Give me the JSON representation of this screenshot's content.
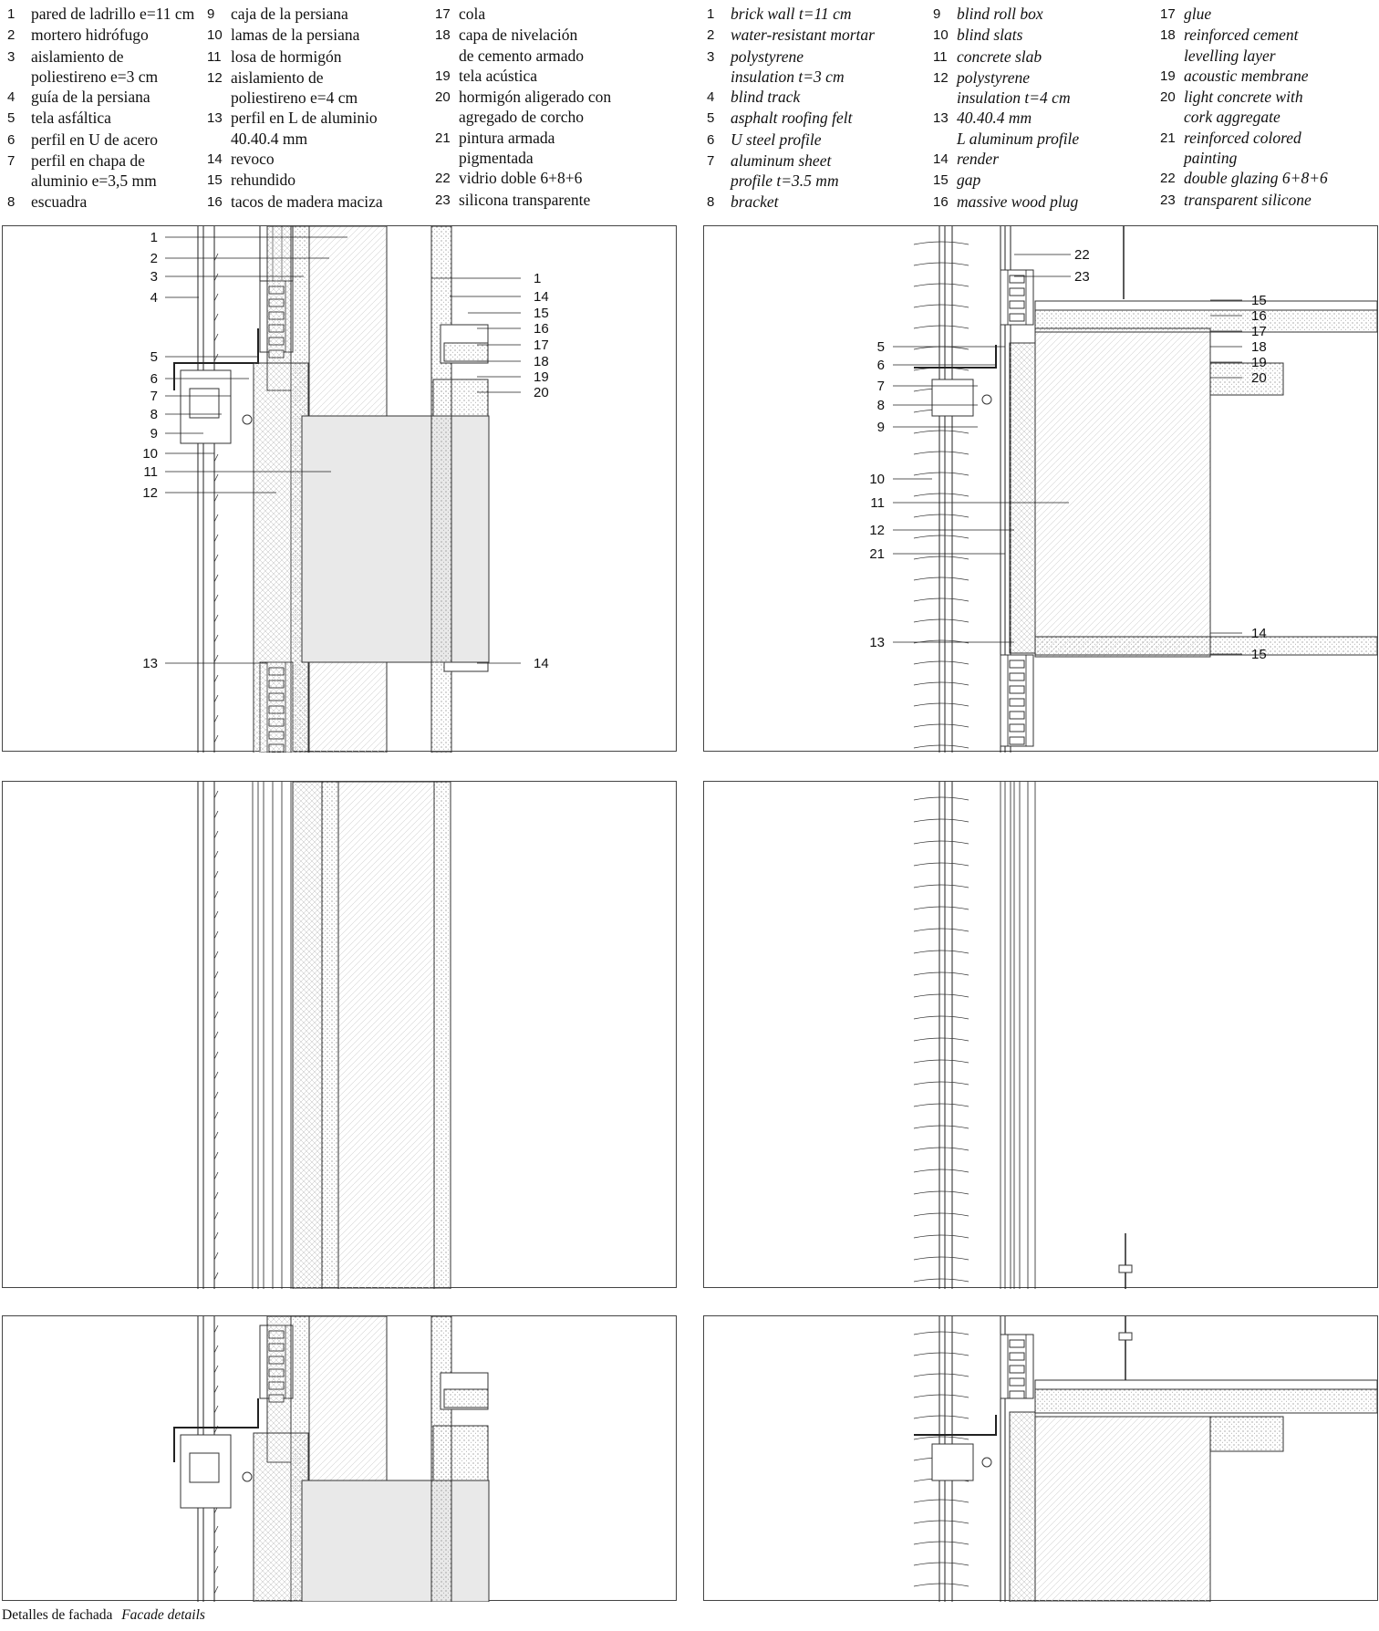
{
  "legend_es": [
    {
      "n": "1",
      "t": "pared de ladrillo e=11 cm"
    },
    {
      "n": "2",
      "t": "mortero hidrófugo"
    },
    {
      "n": "3",
      "t": "aislamiento de\npoliestireno e=3 cm"
    },
    {
      "n": "4",
      "t": "guía de la persiana"
    },
    {
      "n": "5",
      "t": "tela asfáltica"
    },
    {
      "n": "6",
      "t": "perfil en U de acero"
    },
    {
      "n": "7",
      "t": "perfil en chapa de\naluminio e=3,5 mm"
    },
    {
      "n": "8",
      "t": "escuadra"
    },
    {
      "n": "9",
      "t": "caja de la persiana"
    },
    {
      "n": "10",
      "t": "lamas de la persiana"
    },
    {
      "n": "11",
      "t": "losa de hormigón"
    },
    {
      "n": "12",
      "t": "aislamiento de\npoliestireno e=4 cm"
    },
    {
      "n": "13",
      "t": "perfil en L de aluminio\n40.40.4 mm"
    },
    {
      "n": "14",
      "t": "revoco"
    },
    {
      "n": "15",
      "t": "rehundido"
    },
    {
      "n": "16",
      "t": "tacos de madera maciza"
    },
    {
      "n": "17",
      "t": "cola"
    },
    {
      "n": "18",
      "t": "capa de nivelación\nde cemento armado"
    },
    {
      "n": "19",
      "t": "tela acústica"
    },
    {
      "n": "20",
      "t": "hormigón aligerado con\nagregado de corcho"
    },
    {
      "n": "21",
      "t": "pintura armada\npigmentada"
    },
    {
      "n": "22",
      "t": "vidrio doble 6+8+6"
    },
    {
      "n": "23",
      "t": "silicona transparente"
    }
  ],
  "legend_en": [
    {
      "n": "1",
      "t": "brick wall t=11 cm"
    },
    {
      "n": "2",
      "t": "water-resistant mortar"
    },
    {
      "n": "3",
      "t": "polystyrene\ninsulation t=3 cm"
    },
    {
      "n": "4",
      "t": "blind track"
    },
    {
      "n": "5",
      "t": "asphalt roofing felt"
    },
    {
      "n": "6",
      "t": "U steel profile"
    },
    {
      "n": "7",
      "t": "aluminum sheet\nprofile t=3.5 mm"
    },
    {
      "n": "8",
      "t": "bracket"
    },
    {
      "n": "9",
      "t": "blind roll box"
    },
    {
      "n": "10",
      "t": "blind slats"
    },
    {
      "n": "11",
      "t": "concrete slab"
    },
    {
      "n": "12",
      "t": "polystyrene\ninsulation t=4 cm"
    },
    {
      "n": "13",
      "t": "40.40.4 mm\nL aluminum profile"
    },
    {
      "n": "14",
      "t": "render"
    },
    {
      "n": "15",
      "t": "gap"
    },
    {
      "n": "16",
      "t": "massive wood plug"
    },
    {
      "n": "17",
      "t": "glue"
    },
    {
      "n": "18",
      "t": "reinforced cement\nlevelling layer"
    },
    {
      "n": "19",
      "t": "acoustic membrane"
    },
    {
      "n": "20",
      "t": "light concrete with\ncork aggregate"
    },
    {
      "n": "21",
      "t": "reinforced colored\npainting"
    },
    {
      "n": "22",
      "t": "double glazing 6+8+6"
    },
    {
      "n": "23",
      "t": "transparent silicone"
    }
  ],
  "callouts": {
    "p1_left": [
      "1",
      "2",
      "3",
      "4",
      "5",
      "6",
      "7",
      "8",
      "9",
      "10",
      "11",
      "12",
      "13"
    ],
    "p1_right": [
      "1",
      "14",
      "15",
      "16",
      "17",
      "18",
      "19",
      "20",
      "14"
    ],
    "p2_left": [
      "5",
      "6",
      "7",
      "8",
      "9",
      "10",
      "11",
      "12",
      "21",
      "13"
    ],
    "p2_right_top": [
      "22",
      "23"
    ],
    "p2_right": [
      "15",
      "16",
      "17",
      "18",
      "19",
      "20",
      "14",
      "15"
    ]
  },
  "caption": {
    "es": "Detalles de fachada",
    "en": "Facade details"
  }
}
